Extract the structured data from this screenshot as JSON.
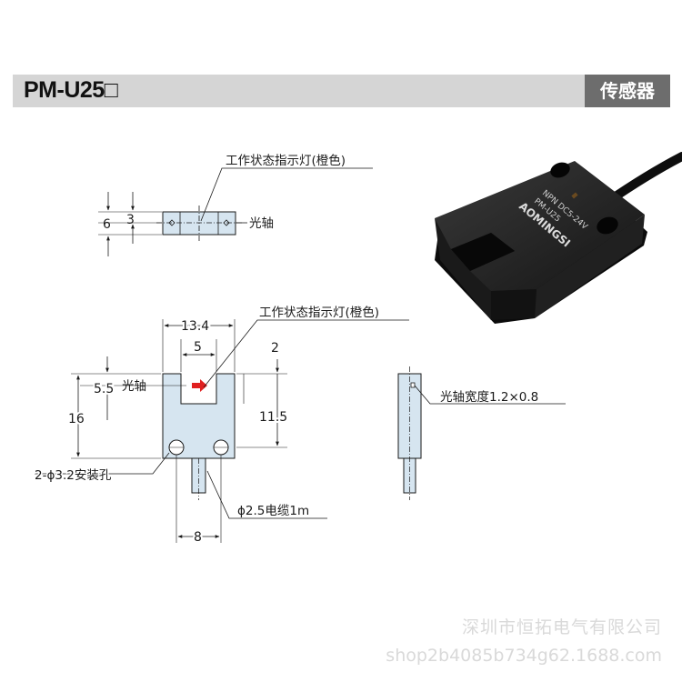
{
  "header": {
    "model": "PM-U25□",
    "category": "传感器"
  },
  "top_view": {
    "indicator_label": "工作状态指示灯(橙色)",
    "axis_label": "光轴",
    "dim_6": "6",
    "dim_3": "3"
  },
  "front_view": {
    "indicator_label": "工作状态指示灯(橙色)",
    "dim_width": "13.4",
    "dim_slot": "5",
    "dim_2": "2",
    "dim_5_5": "5.5",
    "axis_label": "光轴",
    "dim_16": "16",
    "dim_11_5": "11.5",
    "hole_label": "2-ϕ3.2安装孔",
    "cable_label": "ϕ2.5电缆1m",
    "dim_8": "8"
  },
  "side_view": {
    "beam_label": "光轴宽度1.2×0.8"
  },
  "product_photo": {
    "brand": "AOMINGSI",
    "model": "PM-U25",
    "spec": "NPN DC5-24V"
  },
  "watermark": {
    "company": "深圳市恒拓电气有限公司",
    "shop": "shop2b4085b734g62.1688.com"
  },
  "colors": {
    "header_bg": "#d5d5d5",
    "category_bg": "#6d6d6d",
    "part_fill": "#d6e5f0",
    "indicator": "#e02020"
  }
}
